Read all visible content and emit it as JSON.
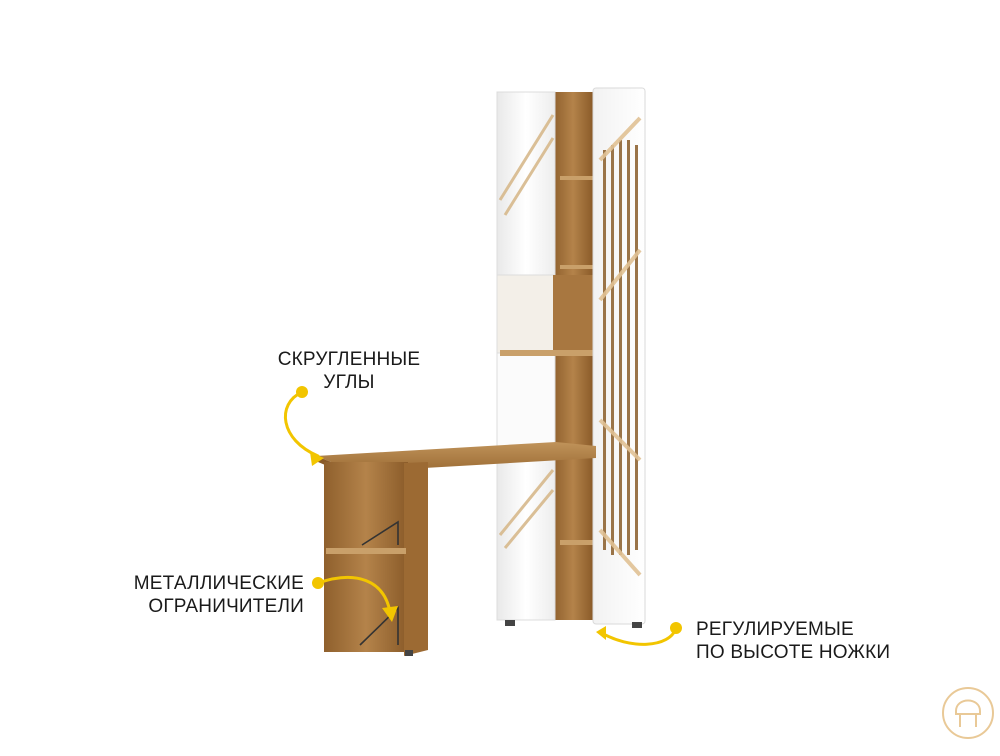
{
  "callouts": {
    "rounded_corners": {
      "line1": "СКРУГЛЕННЫЕ",
      "line2": "УГЛЫ"
    },
    "metal_limiters": {
      "line1": "МЕТАЛЛИЧЕСКИЕ",
      "line2": "ОГРАНИЧИТЕЛИ"
    },
    "adjustable_legs": {
      "line1": "РЕГУЛИРУЕМЫЕ",
      "line2": "ПО ВЫСОТЕ НОЖКИ"
    }
  },
  "colors": {
    "accent": "#f2c500",
    "wood": "#a8783f",
    "wood_dark": "#7e5526",
    "white_panel": "#f7f7f7",
    "gold_stripe": "#d7b98c"
  },
  "logo": {
    "icon": "chair-logo-icon"
  }
}
